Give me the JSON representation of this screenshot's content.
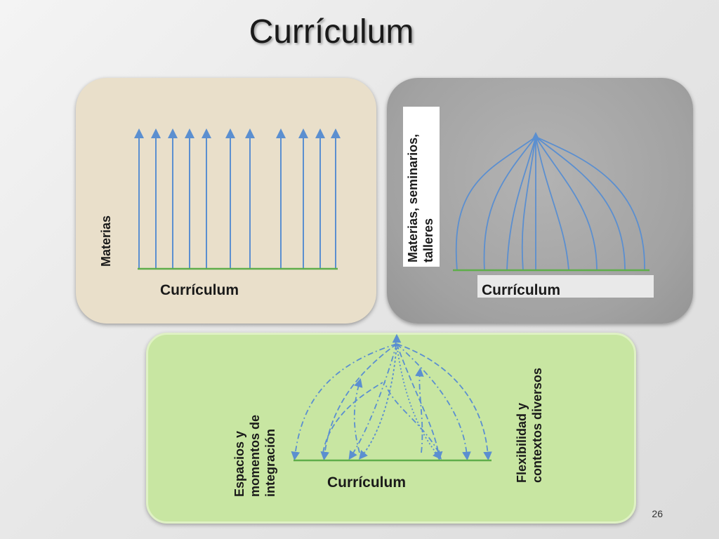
{
  "slide": {
    "title": "Currículum",
    "page_number": "26"
  },
  "panels": {
    "beige": {
      "vertical_label": "Materias",
      "bottom_label": "Currículum",
      "background": "#e9dfca"
    },
    "gray": {
      "vertical_label": "Materias, seminarios,\ntalleres",
      "bottom_label": "Currículum",
      "background": "#a8a8a8"
    },
    "green": {
      "left_label": "Espacios y\nmomentos de\nintegración",
      "right_label": "Flexibilidad y\ncontextos diversos",
      "bottom_label": "Currículum",
      "background": "#c8e6a2"
    }
  },
  "colors": {
    "arrow": "#5b8fd0",
    "baseline": "#5fae4a"
  }
}
